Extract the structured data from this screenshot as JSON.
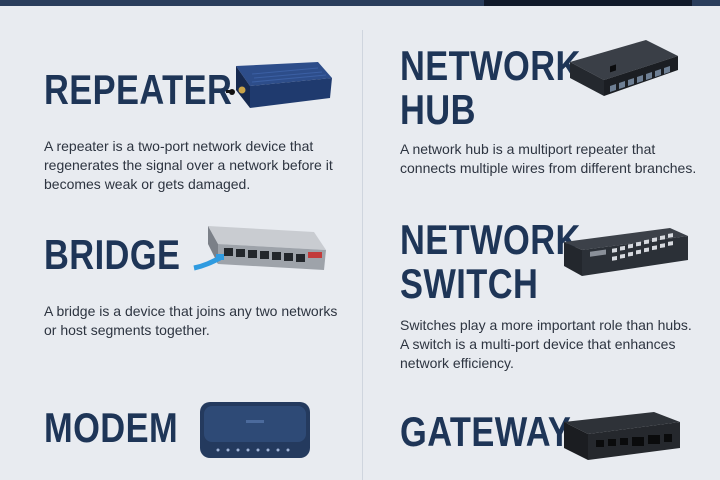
{
  "left": {
    "repeater": {
      "title": "REPEATER",
      "description": "A repeater is a two-port network device that regenerates the signal over a network before it becomes weak or gets damaged."
    },
    "bridge": {
      "title": "BRIDGE",
      "description": "A bridge is a device that joins any two networks or host segments together."
    },
    "modem": {
      "title": "MODEM"
    }
  },
  "right": {
    "hub": {
      "title_line1": "NETWORK",
      "title_line2": "HUB",
      "description": "A network hub is a multiport repeater that connects multiple wires from different branches."
    },
    "switch": {
      "title_line1": "NETWORK",
      "title_line2": "SWITCH",
      "description": "Switches play a more important role than hubs. A switch is a multi-port device that enhances network efficiency."
    },
    "gateway": {
      "title": "GATEWAY"
    }
  },
  "colors": {
    "heading": "#1e3557",
    "background": "#e8ebf0",
    "text": "#2d3440"
  },
  "icons": [
    "repeater-device-icon",
    "hub-device-icon",
    "bridge-device-icon",
    "switch-device-icon",
    "modem-device-icon",
    "gateway-device-icon"
  ]
}
